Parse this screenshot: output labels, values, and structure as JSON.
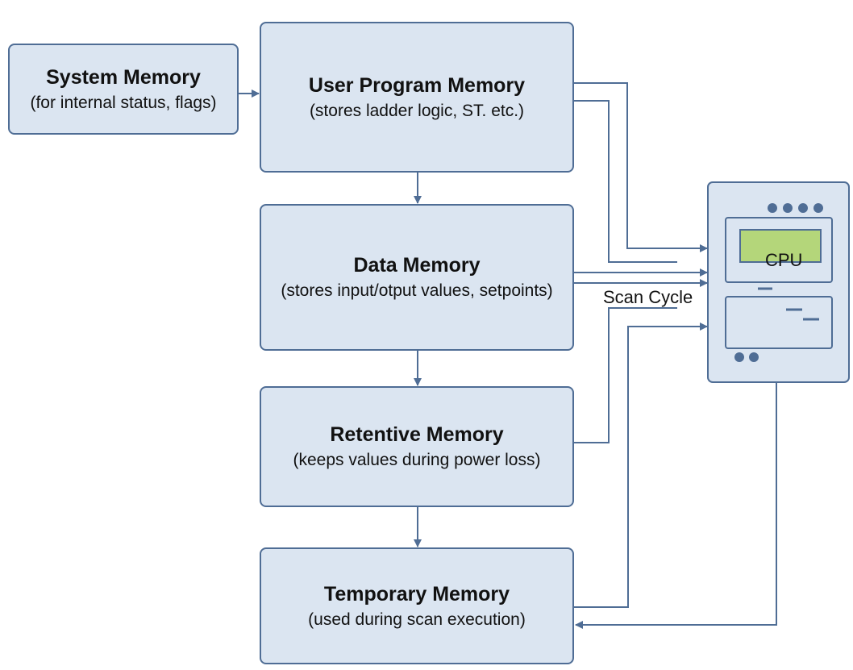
{
  "boxes": {
    "system": {
      "title": "System Memory",
      "subtitle": "(for internal status, flags)"
    },
    "user_program": {
      "title": "User Program Memory",
      "subtitle": "(stores ladder logic, ST. etc.)"
    },
    "data": {
      "title": "Data Memory",
      "subtitle": "(stores input/otput values, setpoints)"
    },
    "retentive": {
      "title": "Retentive Memory",
      "subtitle": "(keeps values during power loss)"
    },
    "temporary": {
      "title": "Temporary Memory",
      "subtitle": "(used during scan execution)"
    }
  },
  "cpu": {
    "label": "CPU"
  },
  "scan_label": "Scan Cycle",
  "colors": {
    "box_fill": "#dbe5f1",
    "box_border": "#4f6d95",
    "connector": "#4f6d95",
    "cpu_screen": "#b4d67a"
  }
}
